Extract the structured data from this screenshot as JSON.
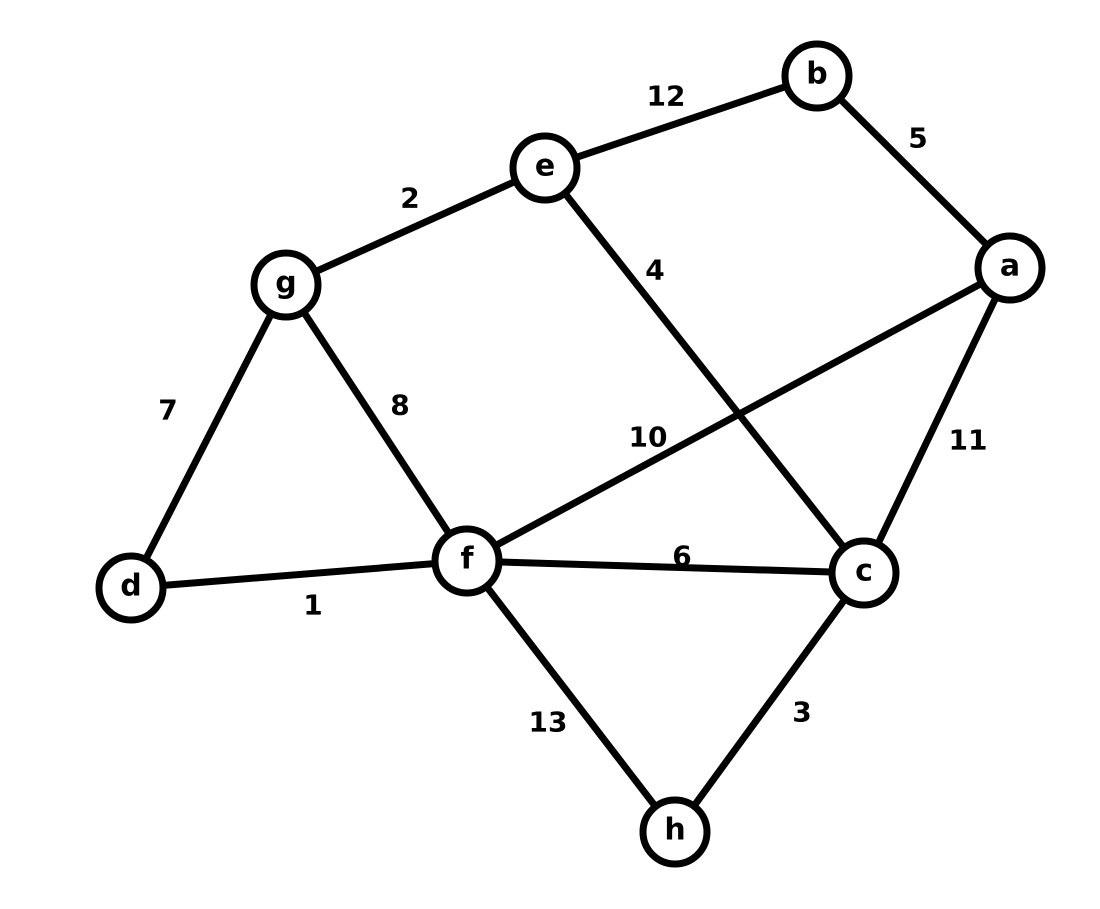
{
  "graph": {
    "nodes": [
      {
        "id": "a",
        "label": "a"
      },
      {
        "id": "b",
        "label": "b"
      },
      {
        "id": "c",
        "label": "c"
      },
      {
        "id": "d",
        "label": "d"
      },
      {
        "id": "e",
        "label": "e"
      },
      {
        "id": "f",
        "label": "f"
      },
      {
        "id": "g",
        "label": "g"
      },
      {
        "id": "h",
        "label": "h"
      }
    ],
    "edges": [
      {
        "from": "d",
        "to": "f",
        "weight": "1"
      },
      {
        "from": "g",
        "to": "e",
        "weight": "2"
      },
      {
        "from": "c",
        "to": "h",
        "weight": "3"
      },
      {
        "from": "e",
        "to": "c",
        "weight": "4"
      },
      {
        "from": "b",
        "to": "a",
        "weight": "5"
      },
      {
        "from": "f",
        "to": "c",
        "weight": "6"
      },
      {
        "from": "g",
        "to": "d",
        "weight": "7"
      },
      {
        "from": "g",
        "to": "f",
        "weight": "8"
      },
      {
        "from": "f",
        "to": "a",
        "weight": "10"
      },
      {
        "from": "a",
        "to": "c",
        "weight": "11"
      },
      {
        "from": "e",
        "to": "b",
        "weight": "12"
      },
      {
        "from": "f",
        "to": "h",
        "weight": "13"
      }
    ]
  }
}
